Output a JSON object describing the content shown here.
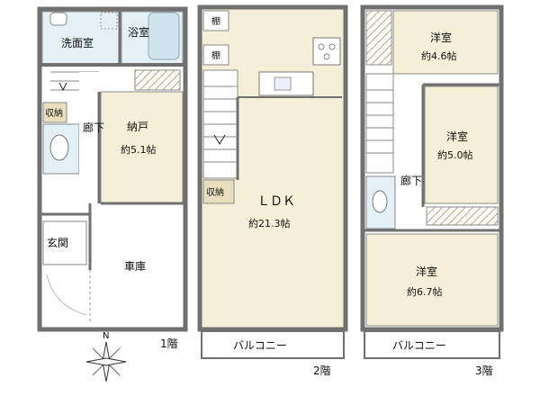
{
  "floors": {
    "f1": {
      "label": "1階",
      "rooms": {
        "washroom": "洗面室",
        "bath": "浴室",
        "storage": "収納",
        "corridor": "廊下",
        "closet_name": "納戸",
        "closet_size": "約5.1帖",
        "entrance": "玄関",
        "garage": "車庫"
      }
    },
    "f2": {
      "label": "2階",
      "rooms": {
        "shelf1": "棚",
        "shelf2": "棚",
        "storage": "収納",
        "ldk_name": "ＬＤＫ",
        "ldk_size": "約21.3帖",
        "balcony": "バルコニー"
      }
    },
    "f3": {
      "label": "3階",
      "rooms": {
        "room1_name": "洋室",
        "room1_size": "約4.6帖",
        "room2_name": "洋室",
        "room2_size": "約5.0帖",
        "corridor": "廊下",
        "room3_name": "洋室",
        "room3_size": "約6.7帖",
        "balcony": "バルコニー"
      }
    }
  },
  "compass": {
    "north_label": "N"
  },
  "colors": {
    "wall": "#707070",
    "room": "#f6efd8",
    "wet": "#e3f1f7",
    "wood": "#d8c79a",
    "line": "#555555"
  }
}
